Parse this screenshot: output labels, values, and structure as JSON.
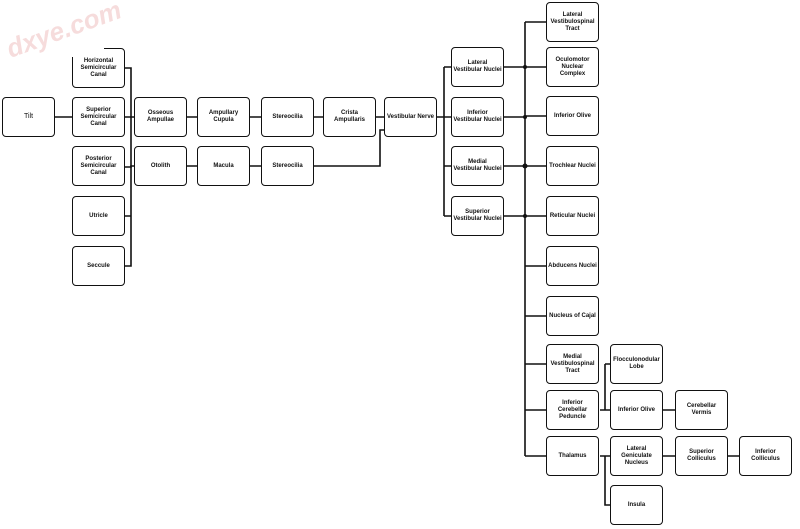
{
  "watermark": "dxye.com",
  "nodes": {
    "tilt": "Tilt",
    "horizontal_sc": "Horizontal Semicircular Canal",
    "superior_sc": "Superior Semicircular Canal",
    "posterior_sc": "Posterior Semicircular Canal",
    "utricle": "Utricle",
    "seccule": "Seccule",
    "osseous_ampullae": "Osseous Ampullae",
    "otolith": "Otolith",
    "ampullary_cupula": "Ampullary Cupula",
    "macula": "Macula",
    "stereocilia_1": "Stereocilia",
    "stereocilia_2": "Stereocilia",
    "crista_ampullaris": "Crista Ampullaris",
    "vestibular_nerve": "Vestibular Nerve",
    "lateral_vn": "Lateral Vestibular Nuclei",
    "inferior_vn": "Inferior Vestibular Nuclei",
    "medial_vn": "Medial Vestibular Nuclei",
    "superior_vn": "Superior Vestibular Nuclei",
    "lateral_vst": "Lateral Vestibulospinal Tract",
    "oculomotor": "Oculomotor Nuclear Complex",
    "inferior_olive_1": "Inferior Olive",
    "trochlear": "Trochlear Nuclei",
    "reticular": "Reticular Nuclei",
    "abducens": "Abducens Nuclei",
    "cajal": "Nucleus of Cajal",
    "medial_vst": "Medial Vestibulospinal Tract",
    "icp": "Inferior Cerebellar Peduncle",
    "thalamus": "Thalamus",
    "flocculonodular": "Flocculonodular Lobe",
    "inferior_olive_2": "Inferior Olive",
    "lgn": "Lateral Geniculate Nucleus",
    "insula": "Insula",
    "cerebellar_vermis": "Cerebellar Vermis",
    "superior_colliculus": "Superior Colliculus",
    "inferior_colliculus": "Inferior Colliculus"
  }
}
